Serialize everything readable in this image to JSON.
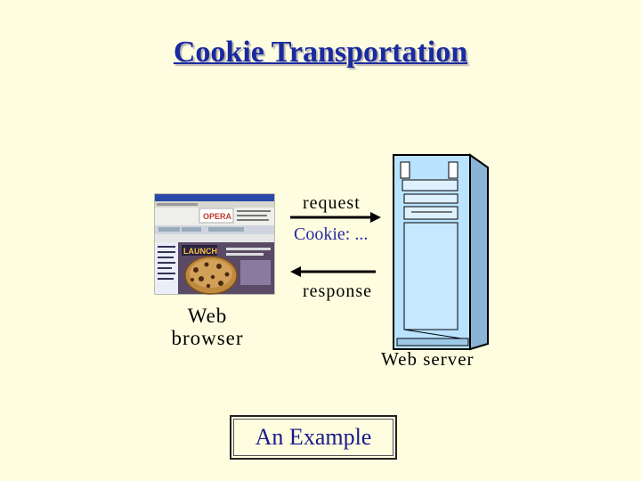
{
  "title": "Cookie Transportation",
  "arrows": {
    "request_label": "request",
    "cookie_header": "Cookie: ...",
    "response_label": "response"
  },
  "browser": {
    "label_line1": "Web",
    "label_line2": "browser",
    "screen_brand": "OPERA",
    "screen_banner": "LAUNCH"
  },
  "server": {
    "label": "Web server"
  },
  "example_button": {
    "label": "An Example"
  },
  "colors": {
    "background": "#fffde0",
    "title": "#1a2aa0",
    "cookie_text": "#2a2aa8",
    "server_body": "#b9e3ff",
    "cookie": "#c08a3e"
  },
  "icons": [
    "browser-screenshot-icon",
    "cookie-icon",
    "server-tower-icon",
    "arrow-right-icon",
    "arrow-left-icon"
  ]
}
